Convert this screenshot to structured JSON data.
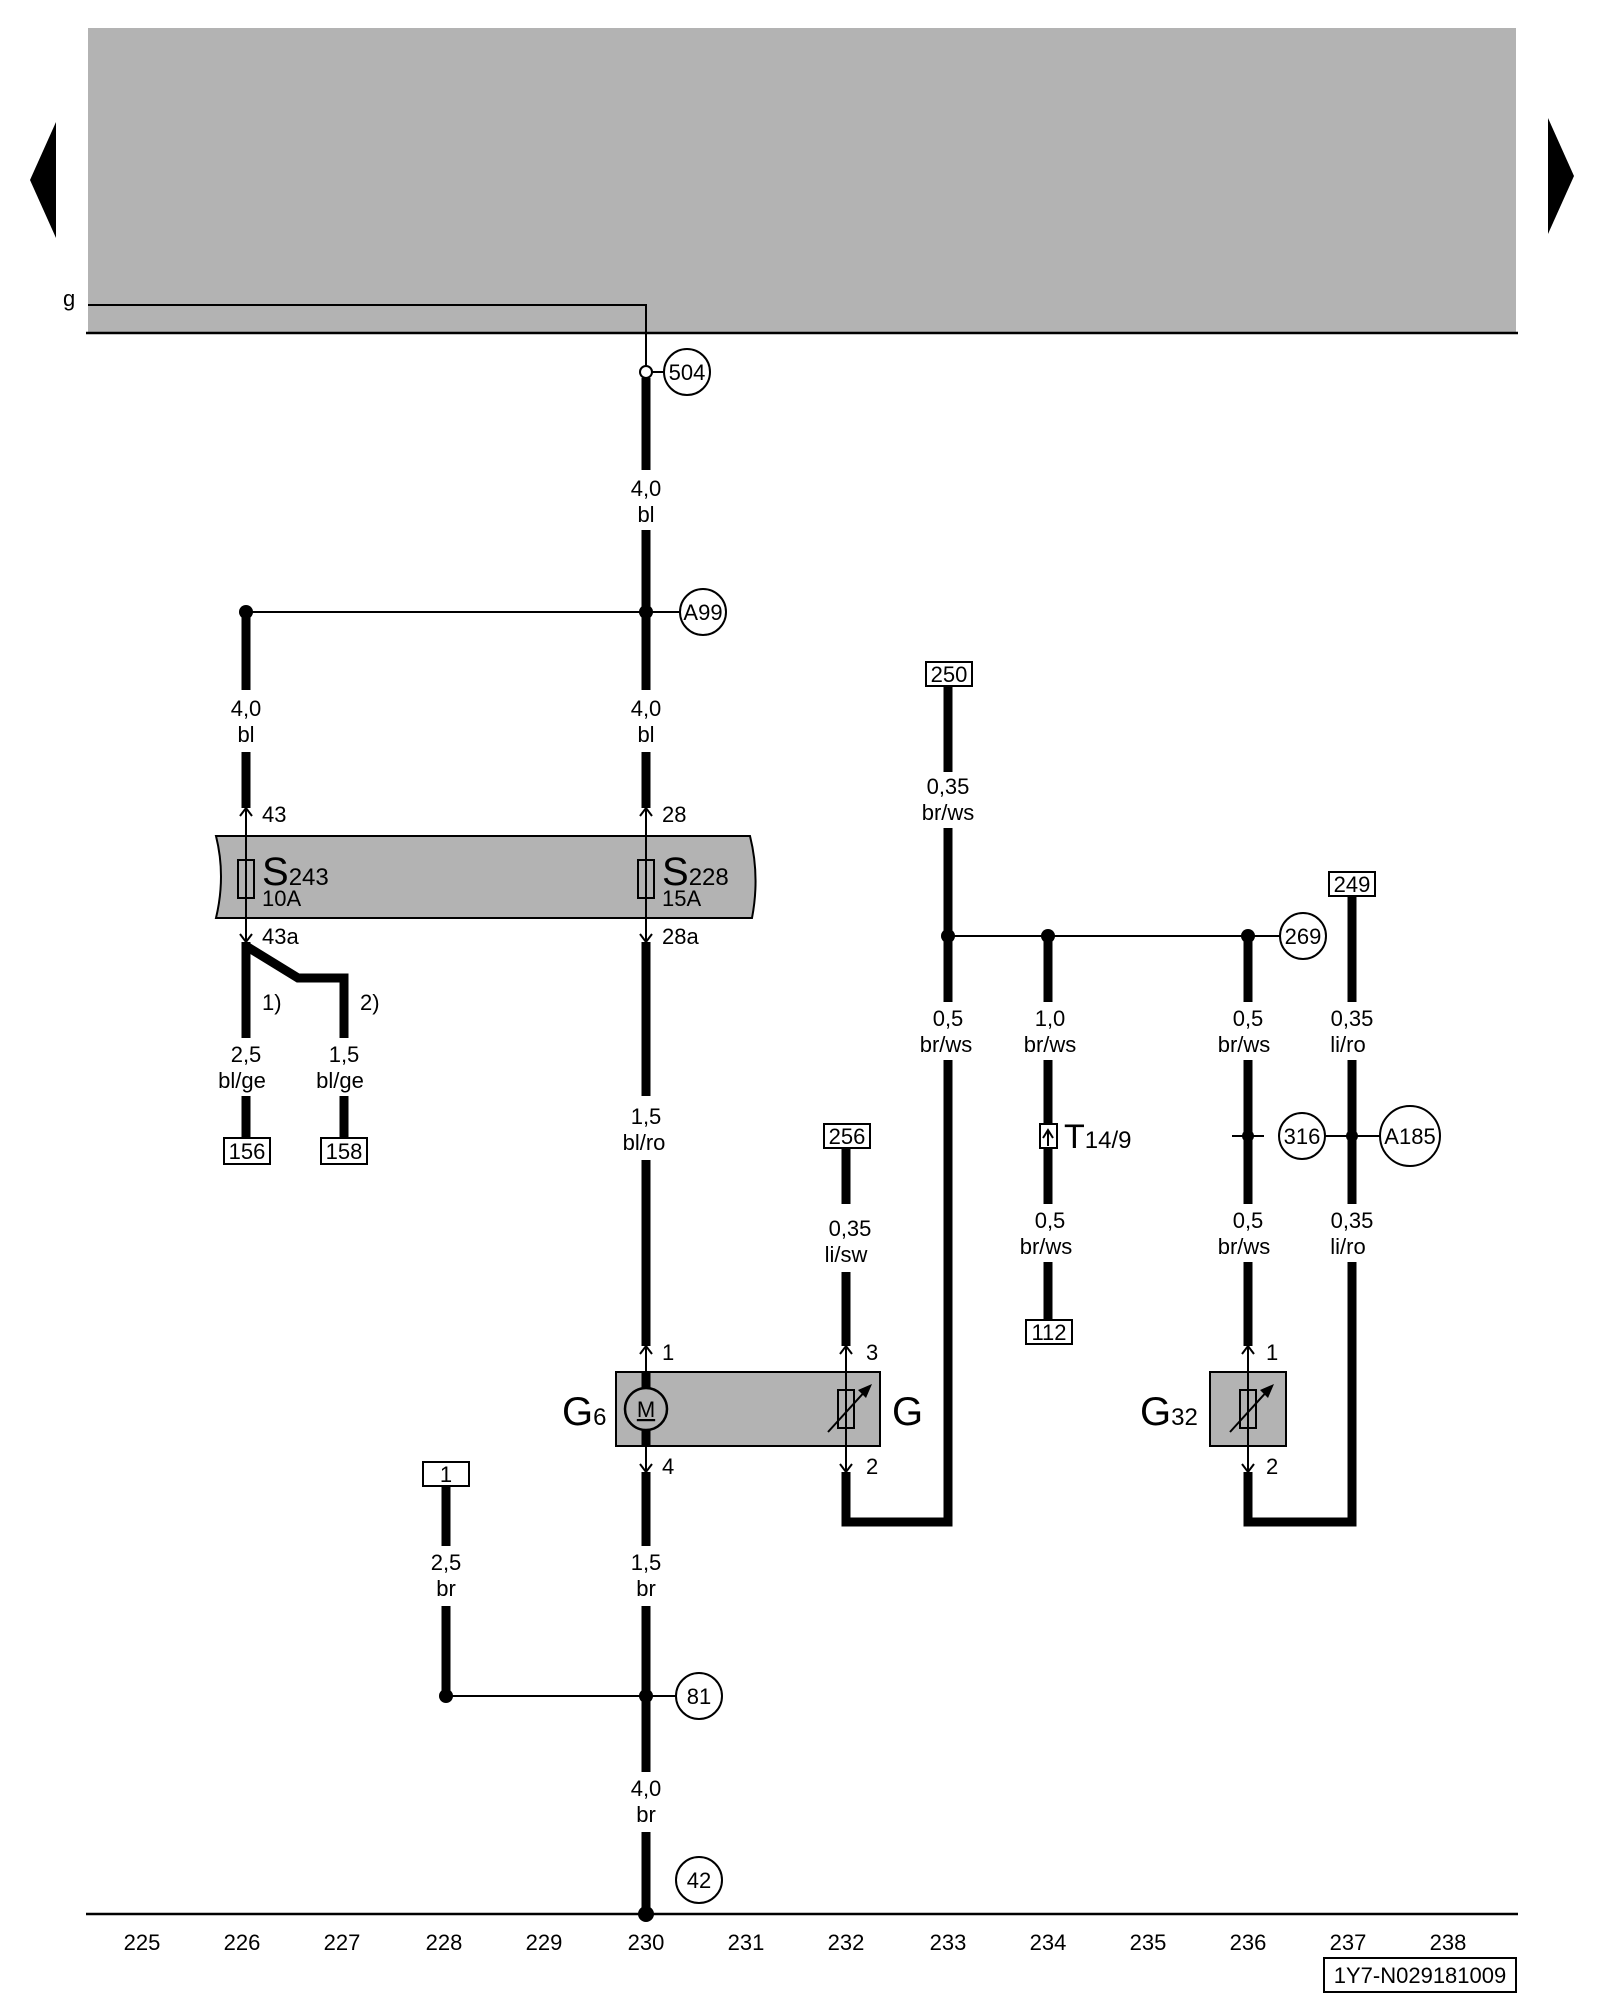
{
  "nav": {
    "prev_label": "previous",
    "next_label": "next"
  },
  "header": {
    "input_label": "g"
  },
  "circle_refs": {
    "c504": "504",
    "cA99": "A99",
    "c269": "269",
    "c316": "316",
    "cA185": "A185",
    "c81": "81",
    "c42": "42"
  },
  "box_refs": {
    "b250": "250",
    "b249": "249",
    "b156": "156",
    "b158": "158",
    "b256": "256",
    "b112": "112",
    "b1": "1"
  },
  "wires": {
    "w1": {
      "gauge": "4,0",
      "color": "bl"
    },
    "w2": {
      "gauge": "4,0",
      "color": "bl"
    },
    "w3": {
      "gauge": "4,0",
      "color": "bl"
    },
    "w4": {
      "gauge": "2,5",
      "color": "bl/ge"
    },
    "w5": {
      "gauge": "1,5",
      "color": "bl/ge"
    },
    "w6": {
      "gauge": "1,5",
      "color": "bl/ro"
    },
    "w7": {
      "gauge": "0,35",
      "color": "br/ws"
    },
    "w8": {
      "gauge": "0,5",
      "color": "br/ws"
    },
    "w9": {
      "gauge": "1,0",
      "color": "br/ws"
    },
    "w10": {
      "gauge": "0,5",
      "color": "br/ws"
    },
    "w11": {
      "gauge": "0,35",
      "color": "li/ro"
    },
    "w12": {
      "gauge": "0,35",
      "color": "li/sw"
    },
    "w13": {
      "gauge": "0,5",
      "color": "br/ws"
    },
    "w14": {
      "gauge": "0,5",
      "color": "br/ws"
    },
    "w15": {
      "gauge": "0,35",
      "color": "li/ro"
    },
    "w16": {
      "gauge": "2,5",
      "color": "br"
    },
    "w17": {
      "gauge": "1,5",
      "color": "br"
    },
    "w18": {
      "gauge": "4,0",
      "color": "br"
    }
  },
  "fuses": {
    "s243": {
      "name": "S",
      "sub": "243",
      "rating": "10A",
      "pin_in": "43",
      "pin_out": "43a"
    },
    "s228": {
      "name": "S",
      "sub": "228",
      "rating": "15A",
      "pin_in": "28",
      "pin_out": "28a"
    }
  },
  "notes": {
    "n1": "1)",
    "n2": "2)"
  },
  "connector": {
    "name": "T",
    "sub": "14/9"
  },
  "components": {
    "g6": {
      "name": "G",
      "sub": "6",
      "motor": "M",
      "pin_top": "1",
      "pin_bottom": "4"
    },
    "g": {
      "name": "G",
      "pin_top": "3",
      "pin_bottom": "2"
    },
    "g32": {
      "name": "G",
      "sub": "32",
      "pin_top": "1",
      "pin_bottom": "2"
    }
  },
  "columns": [
    "225",
    "226",
    "227",
    "228",
    "229",
    "230",
    "231",
    "232",
    "233",
    "234",
    "235",
    "236",
    "237",
    "238"
  ],
  "footer": {
    "code": "1Y7-N029181009"
  },
  "colors": {
    "panel_grey": "#b3b3b3",
    "wire": "#000000",
    "background": "#ffffff"
  }
}
